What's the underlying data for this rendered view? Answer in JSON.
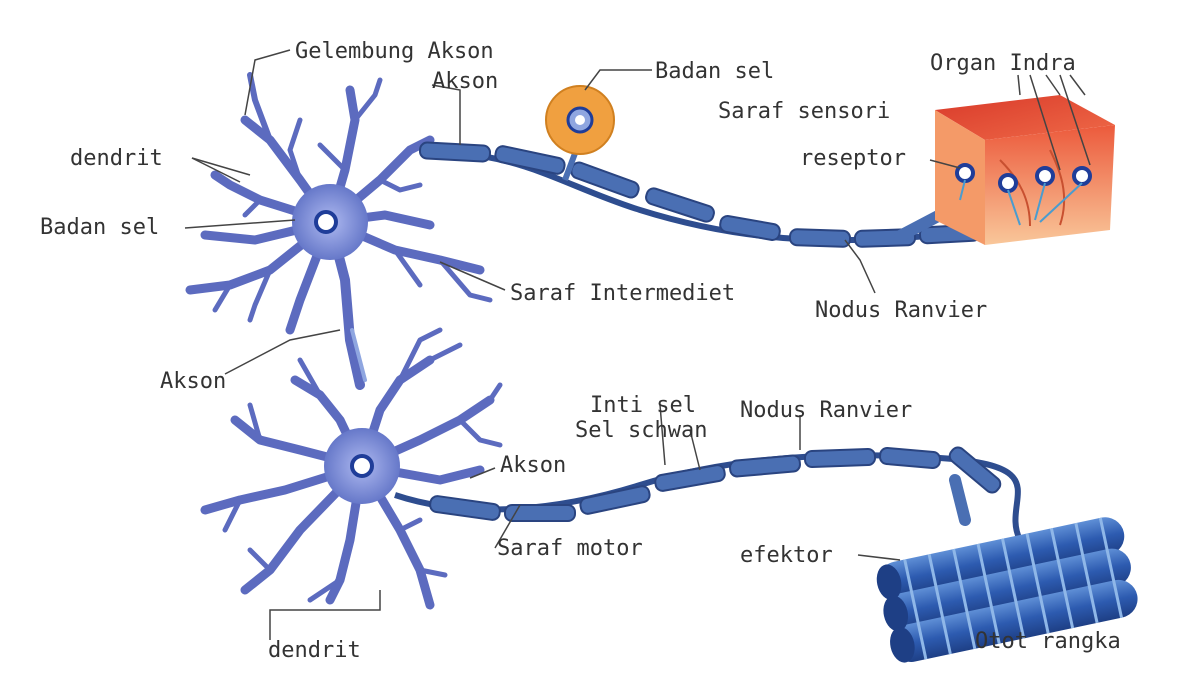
{
  "labels": {
    "gelembung_akson": "Gelembung Akson",
    "akson_top": "Akson",
    "badan_sel_top": "Badan sel",
    "organ_indra": "Organ Indra",
    "saraf_sensori": "Saraf sensori",
    "reseptor": "reseptor",
    "dendrit_top": "dendrit",
    "badan_sel_left": "Badan sel",
    "saraf_intermediet": "Saraf Intermediet",
    "nodus_ranvier_top": "Nodus Ranvier",
    "akson_left": "Akson",
    "inti_sel": "Inti sel",
    "sel_schwan": "Sel schwan",
    "nodus_ranvier_bottom": "Nodus Ranvier",
    "akson_bottom": "Akson",
    "saraf_motor": "Saraf motor",
    "efektor": "efektor",
    "dendrit_bottom": "dendrit",
    "otot_rangka": "Otot rangka"
  },
  "colors": {
    "neuron": "#5c6bbf",
    "neuron_light": "#8fa6e0",
    "nucleus_ring": "#1f3d99",
    "myelin": "#4a6fb3",
    "myelin_dark": "#2e4d8f",
    "organ_top": "#e0402e",
    "organ_side": "#f7a96b",
    "badan_sel_orange": "#f0a040",
    "muscle": "#2f5fb0",
    "muscle_stripe": "#8fb7e8",
    "leader": "#333333"
  }
}
